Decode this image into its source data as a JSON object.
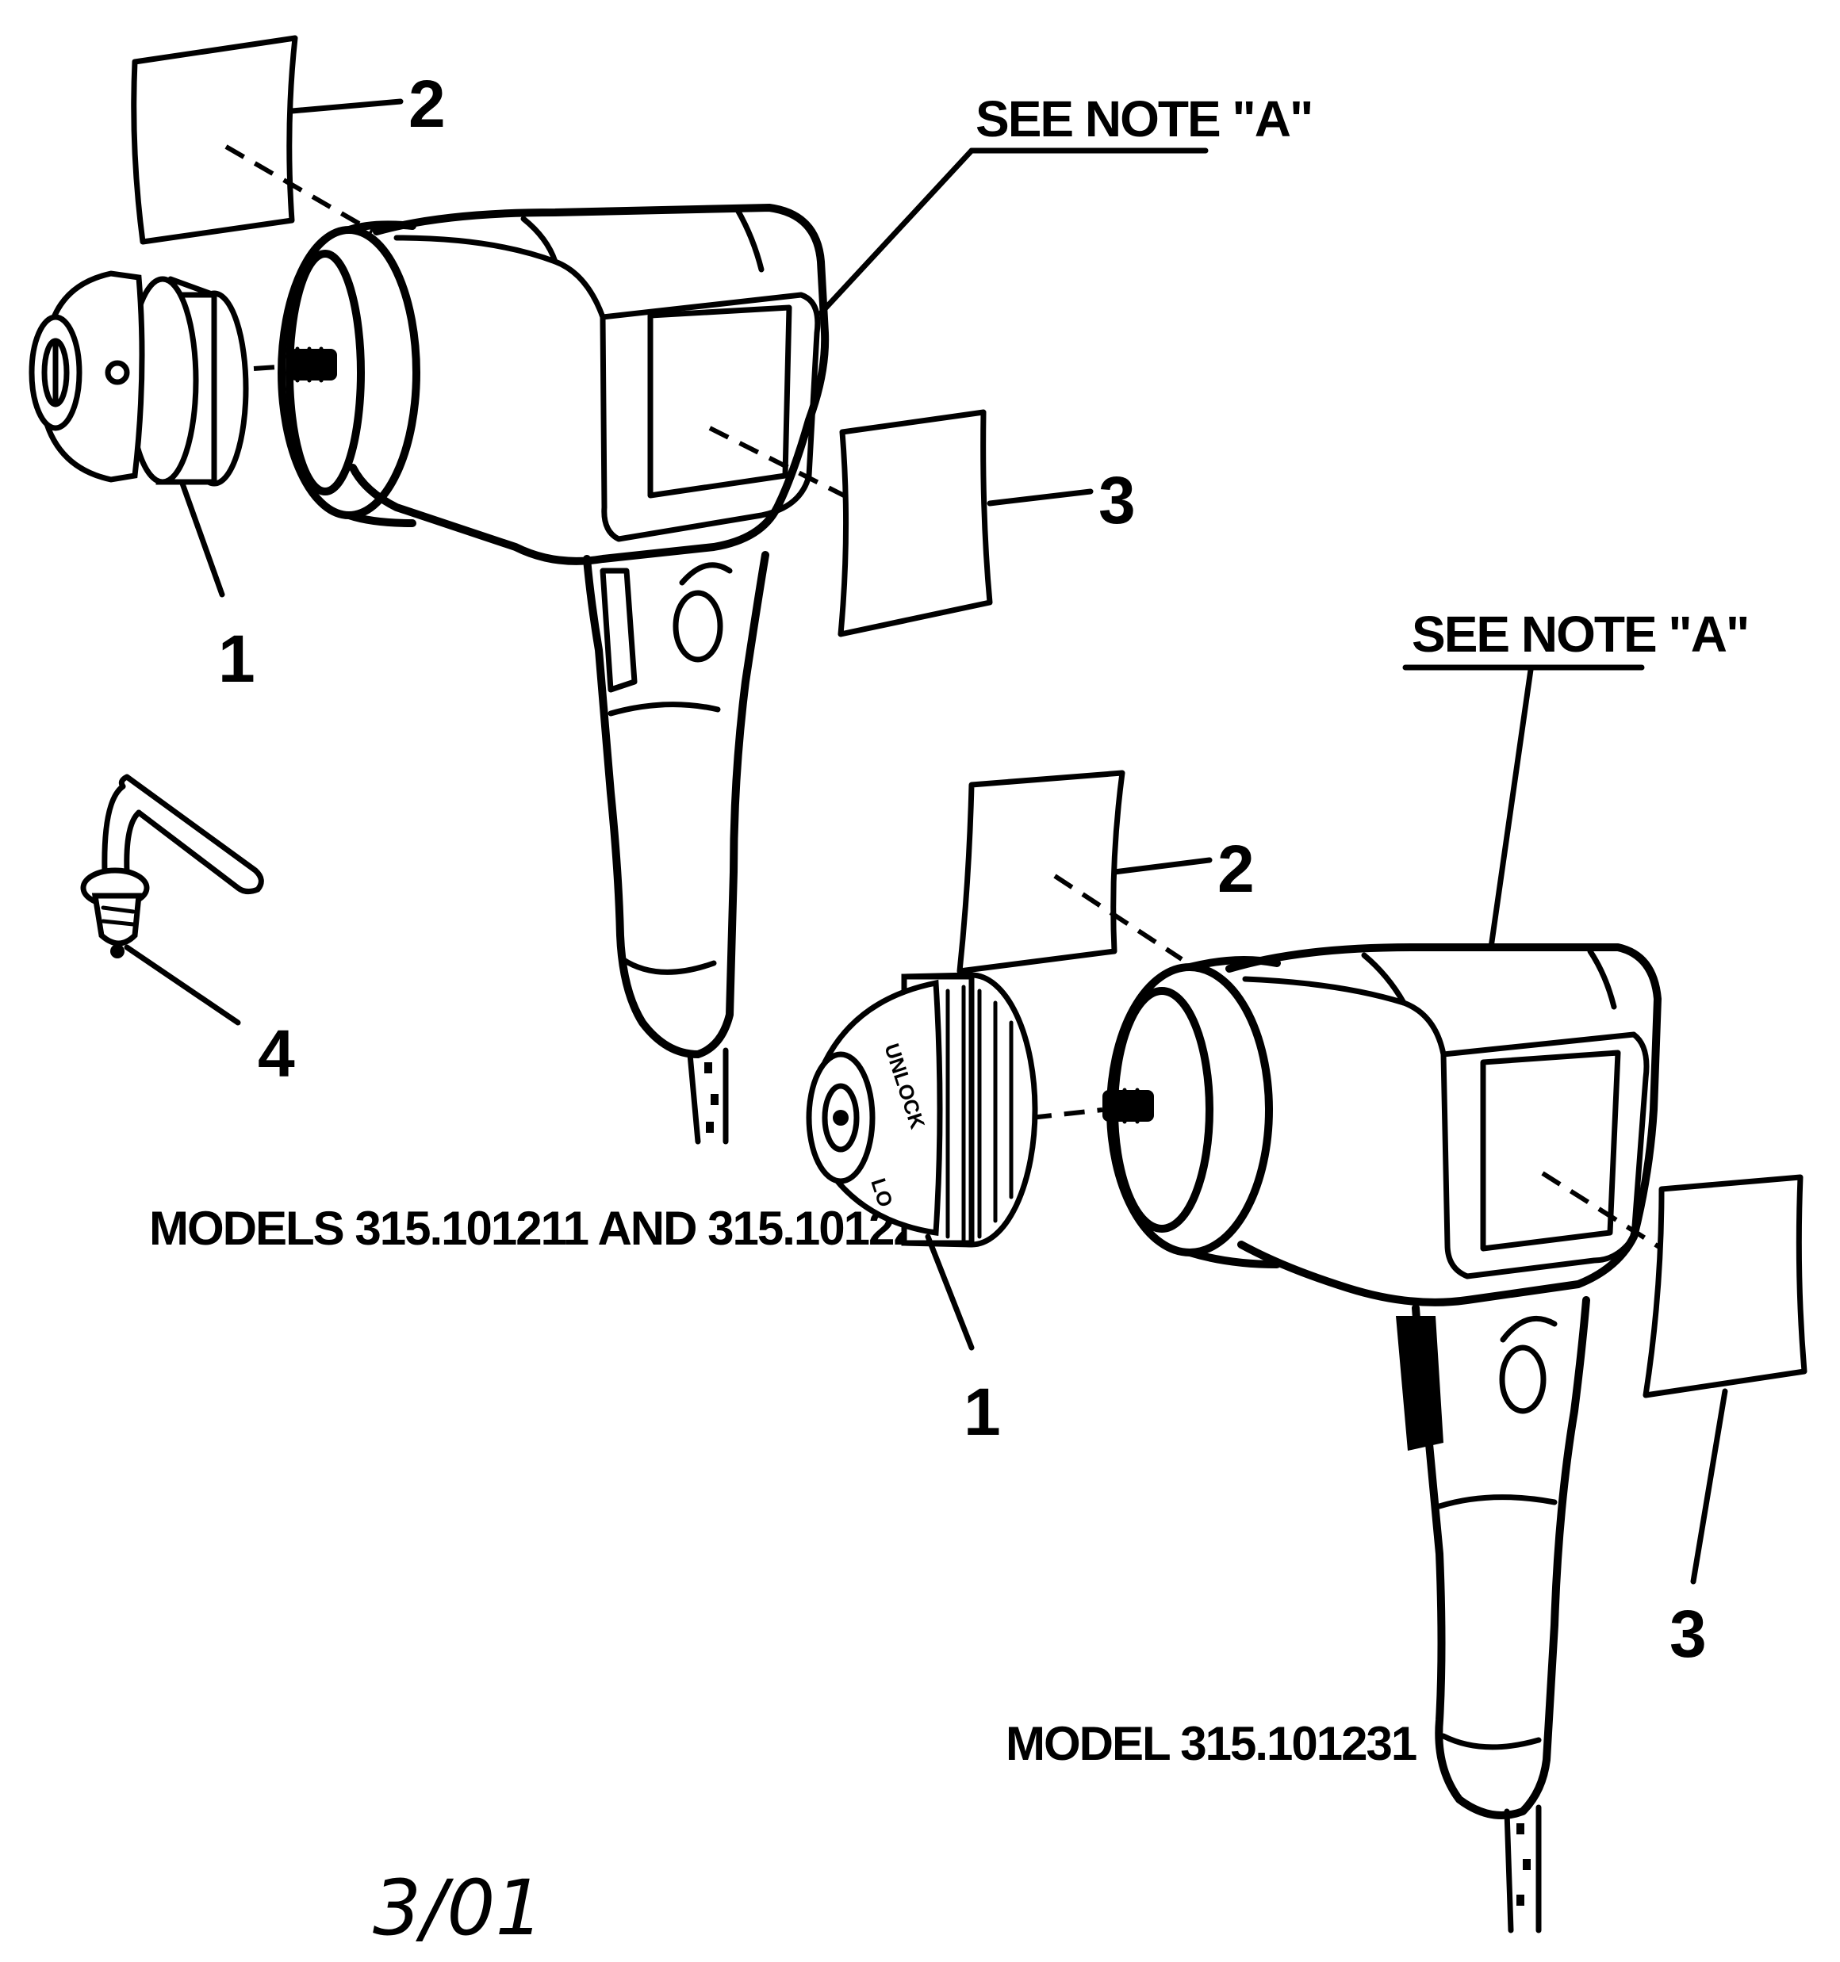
{
  "callouts": {
    "top": {
      "chuck": "1",
      "label_top": "2",
      "label_side": "3",
      "key": "4",
      "note": "SEE NOTE \"A\""
    },
    "bottom": {
      "chuck": "1",
      "label_top": "2",
      "label_side": "3",
      "note": "SEE NOTE \"A\""
    }
  },
  "captions": {
    "top_models": "MODELS 315.101211 AND 315.101221",
    "bottom_model": "MODEL 315.101231",
    "date": "3/01"
  },
  "chuck_text": {
    "unlock": "UNLOCK",
    "lock": "LO"
  }
}
